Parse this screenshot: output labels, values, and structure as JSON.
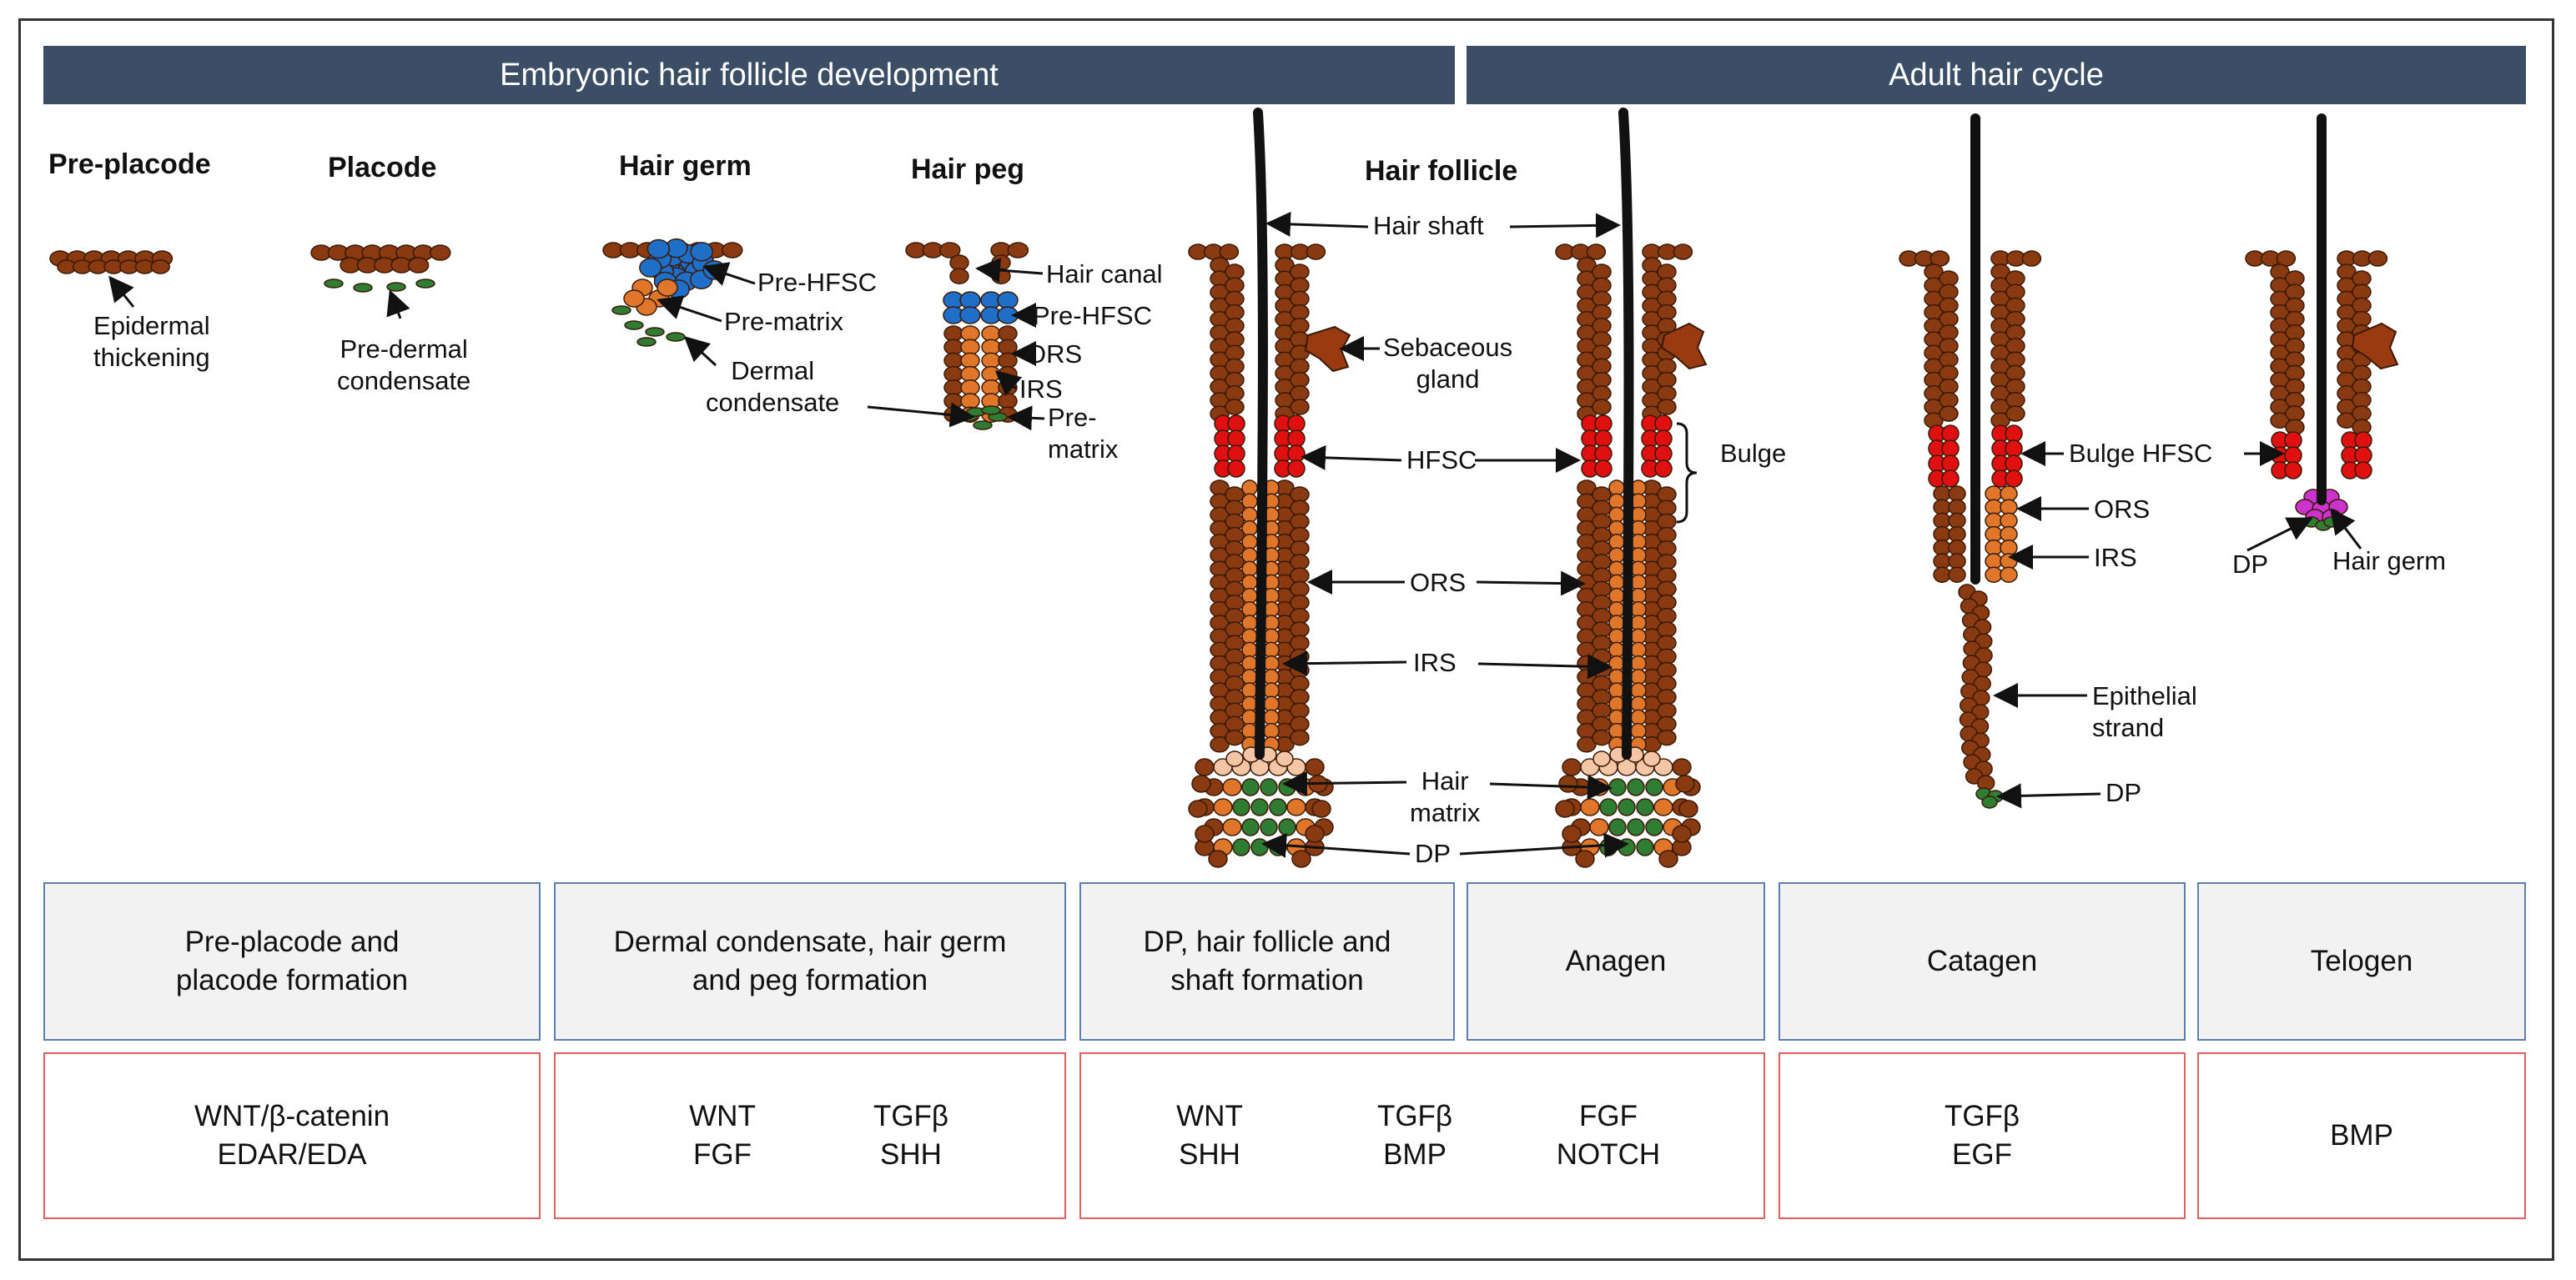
{
  "banners": {
    "embryonic": "Embryonic hair follicle development",
    "adult": "Adult hair cycle"
  },
  "stages": {
    "preplacode": "Pre-placode",
    "placode": "Placode",
    "hair_germ": "Hair germ",
    "hair_peg": "Hair peg",
    "hair_follicle": "Hair follicle"
  },
  "labels": {
    "epidermal_thickening": [
      "Epidermal",
      "thickening"
    ],
    "predermal_condensate": [
      "Pre-dermal",
      "condensate"
    ],
    "pre_hfsc": "Pre-HFSC",
    "pre_matrix": "Pre-matrix",
    "dermal_condensate": [
      "Dermal",
      "condensate"
    ],
    "hair_canal": "Hair canal",
    "peg_pre_hfsc": "Pre-HFSC",
    "peg_ors": "ORS",
    "peg_irs": "IRS",
    "peg_pre_matrix": [
      "Pre-",
      "matrix"
    ],
    "hair_shaft": "Hair shaft",
    "sebaceous_gland": [
      "Sebaceous",
      "gland"
    ],
    "hfsc": "HFSC",
    "bulge": "Bulge",
    "ors": "ORS",
    "irs": "IRS",
    "hair_matrix": [
      "Hair",
      "matrix"
    ],
    "dp": "DP",
    "bulge_hfsc": "Bulge HFSC",
    "catagen_ors": "ORS",
    "catagen_irs": "IRS",
    "epithelial_strand": [
      "Epithelial",
      "strand"
    ],
    "catagen_dp": "DP",
    "telogen_dp": "DP",
    "telogen_hair_germ": "Hair germ"
  },
  "phases": [
    [
      "Pre-placode and",
      "placode formation"
    ],
    [
      "Dermal condensate, hair germ",
      "and peg formation"
    ],
    [
      "DP, hair follicle and",
      "shaft formation"
    ],
    [
      "Anagen"
    ],
    [
      "Catagen"
    ],
    [
      "Telogen"
    ]
  ],
  "signals": [
    [
      [
        "WNT/β-catenin",
        "EDAR/EDA"
      ]
    ],
    [
      [
        "WNT",
        "FGF"
      ],
      [
        "TGFβ",
        "SHH"
      ]
    ],
    [
      [
        "WNT",
        "SHH"
      ],
      [
        "TGFβ",
        "BMP"
      ],
      [
        "FGF",
        "NOTCH"
      ]
    ],
    [
      [
        "TGFβ",
        "EGF"
      ]
    ],
    [
      [
        "BMP"
      ]
    ]
  ],
  "colors": {
    "banner": "#3b4e66",
    "epidermal_cell": "#8a3a10",
    "ors_cell": "#e0762a",
    "matrix_cell": "#f5c6a5",
    "hfsc_cell": "#e01010",
    "dp_cell": "#2e7d32",
    "pre_hfsc_cell": "#1f6fc9",
    "hair_germ_cell": "#cc33cc",
    "sebaceous": "#9a3a10",
    "phase_border": "#5a7fb0",
    "signal_border": "#e06060"
  }
}
